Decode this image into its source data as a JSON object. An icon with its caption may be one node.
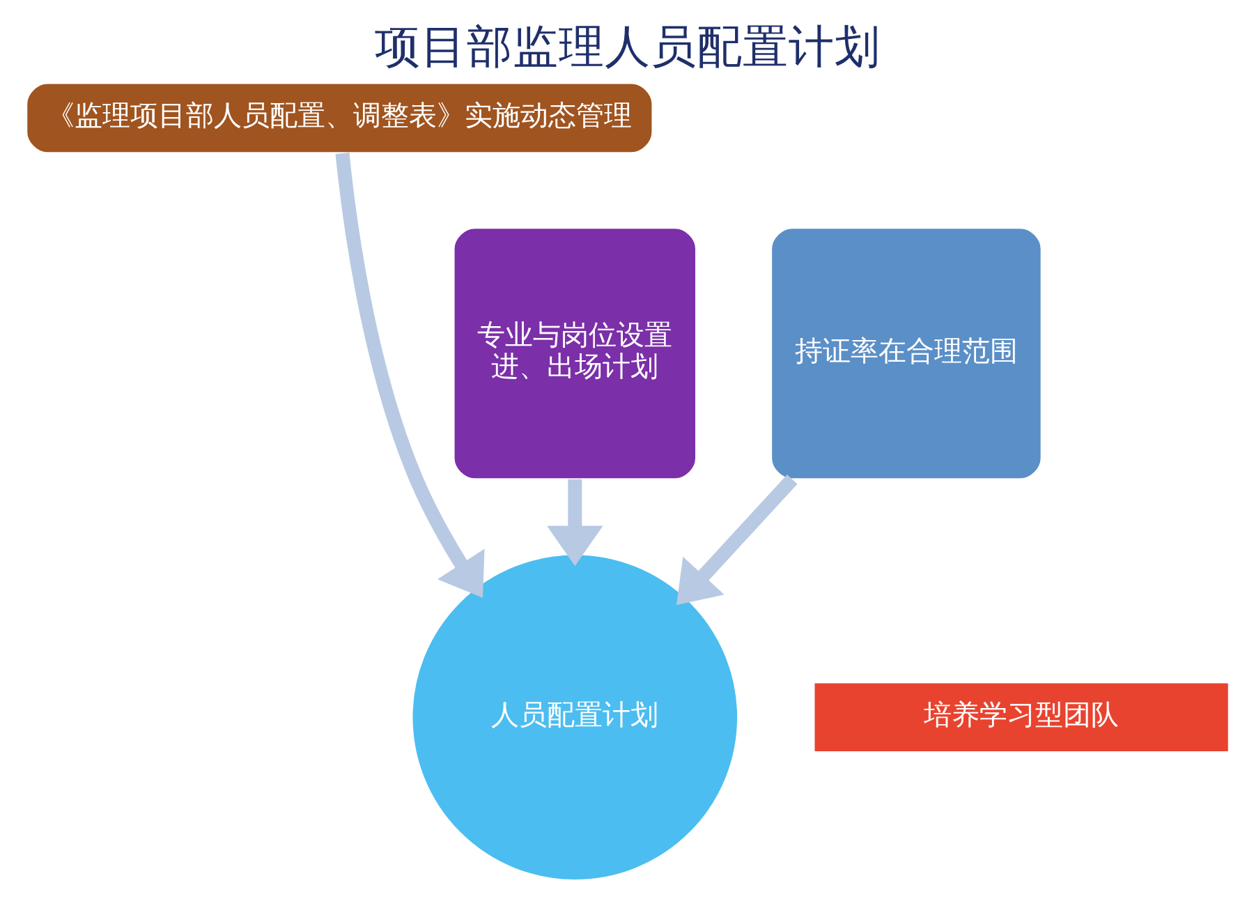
{
  "diagram": {
    "title": "项目部监理人员配置计划",
    "nodes": [
      {
        "text": [
          "《监理项目部人员配置、调整表》实施动态管理"
        ]
      },
      {
        "text": [
          "专业与岗位设置",
          "进、出场计划"
        ]
      },
      {
        "text": [
          "持证率在合理范围"
        ]
      },
      {
        "text": [
          "人员配置计划"
        ]
      },
      {
        "text": [
          "培养学习型团队"
        ]
      }
    ],
    "edges": [
      {
        "from": 0,
        "to": 3,
        "arrow": "to"
      },
      {
        "from": 1,
        "to": 3,
        "arrow": "to"
      },
      {
        "from": 2,
        "to": 3,
        "arrow": "to"
      }
    ]
  }
}
